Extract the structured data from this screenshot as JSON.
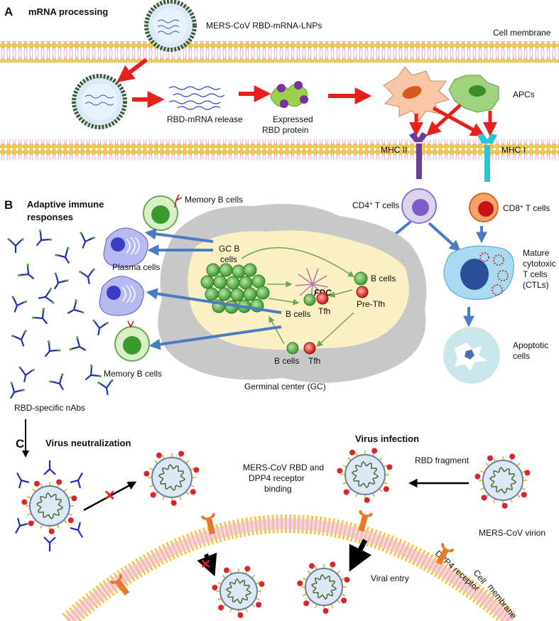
{
  "sections": {
    "a_letter": "A",
    "a_title": "mRNA processing",
    "b_letter": "B",
    "b_title_1": "Adaptive immune",
    "b_title_2": "responses",
    "c_letter": "C",
    "c_title_neutralization": "Virus neutralization",
    "c_title_infection": "Virus infection"
  },
  "panel_a": {
    "lnp_label": "MERS-CoV RBD-mRNA-LNPs",
    "cell_membrane": "Cell membrane",
    "rna_release": "RBD-mRNA release",
    "expressed_1": "Expressed",
    "expressed_2": "RBD protein",
    "apcs": "APCs",
    "mhc2": "MHC II",
    "mhc1": "MHC I"
  },
  "panel_b": {
    "memory_b_top": "Memory B cells",
    "memory_b_bottom": "Memory B cells",
    "plasma_cells": "Plasma cells",
    "gc_b_1": "GC B",
    "gc_b_2": "cells",
    "fdc": "FDC",
    "b_cells_right": "B cells",
    "pre_tfh": "Pre-Tfh",
    "tfh_1": "Tfh",
    "tfh_2": "Tfh",
    "b_cells_mid": "B cells",
    "b_cells_low": "B cells",
    "germinal_center": "Germinal center (GC)",
    "cd4": "CD4",
    "cd4_sup": "+",
    "cd4_suffix": " T cells",
    "cd8": "CD8",
    "cd8_sup": "+",
    "cd8_suffix": " T cells",
    "ctl_1": "Mature",
    "ctl_2": "cytotoxic",
    "ctl_3": "T cells",
    "ctl_4": "(CTLs)",
    "apoptotic_1": "Apoptotic",
    "apoptotic_2": "cells",
    "nabs": "RBD-specific nAbs"
  },
  "panel_c": {
    "binding_1": "MERS-CoV RBD and",
    "binding_2": "DPP4 receptor",
    "binding_3": "binding",
    "rbd_fragment": "RBD fragment",
    "virion": "MERS-CoV virion",
    "dpp4": "DPP4 receptor",
    "membrane_1": "Cell",
    "membrane_2": "membrane",
    "viral_entry": "Viral entry"
  },
  "colors": {
    "membrane": "#f2c94c",
    "arrow_red": "#e8201c",
    "arrow_blue": "#4a7cc2",
    "gc_outer": "#bdbdbd",
    "gc_inner": "#fbefc4",
    "antibody": "#1f2fb5"
  }
}
